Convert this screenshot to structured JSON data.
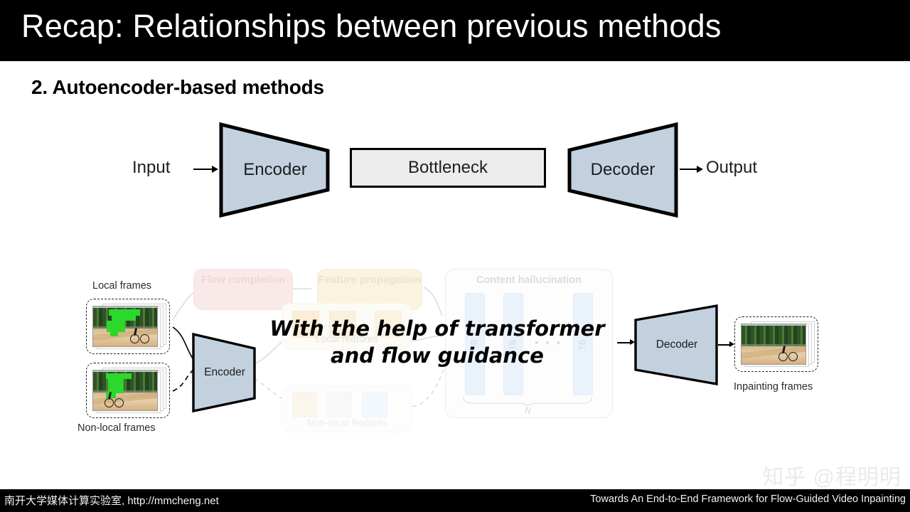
{
  "slide": {
    "title": "Recap: Relationships between previous methods",
    "section_heading": "2. Autoencoder-based methods",
    "title_bar_color": "#000000",
    "background_color": "#ffffff"
  },
  "autoencoder_diagram": {
    "input_label": "Input",
    "encoder_label": "Encoder",
    "bottleneck_label": "Bottleneck",
    "decoder_label": "Decoder",
    "output_label": "Output",
    "shape_fill": "#c3d1df",
    "bottleneck_fill": "#ececec",
    "stroke": "#000000"
  },
  "pipeline_diagram": {
    "local_frames_label": "Local frames",
    "non_local_frames_label": "Non-local frames",
    "encoder_label": "Encoder",
    "decoder_label": "Decoder",
    "inpainting_frames_label": "Inpainting frames",
    "modules": [
      {
        "name": "flow-completion",
        "label": "Flow completion",
        "fill": "#fae9e9",
        "text_color": "#efd7d7"
      },
      {
        "name": "feature-propagation",
        "label": "Feature propagation",
        "fill": "#faf3e0",
        "text_color": "#eee3c6"
      },
      {
        "name": "local-features",
        "label": "Local features",
        "fill": "#fdfbf5",
        "text_color": "#e3e3e3"
      },
      {
        "name": "non-local-features",
        "label": "Non-local features",
        "fill": "#fdfdfd",
        "text_color": "#ececec"
      }
    ],
    "content_hallucination": {
      "title": "Content hallucination",
      "block_label": "TB",
      "block_count_label": "N",
      "ellipsis": "• • •",
      "block_fill": "#eaf2fb"
    },
    "overlay_message_line1": "With the help of transformer",
    "overlay_message_line2": "and flow guidance"
  },
  "footer": {
    "left_text": "南开大学媒体计算实验室, http://mmcheng.net",
    "right_text": "Towards An End-to-End Framework for Flow-Guided Video Inpainting",
    "watermark": "知乎 @程明明"
  }
}
